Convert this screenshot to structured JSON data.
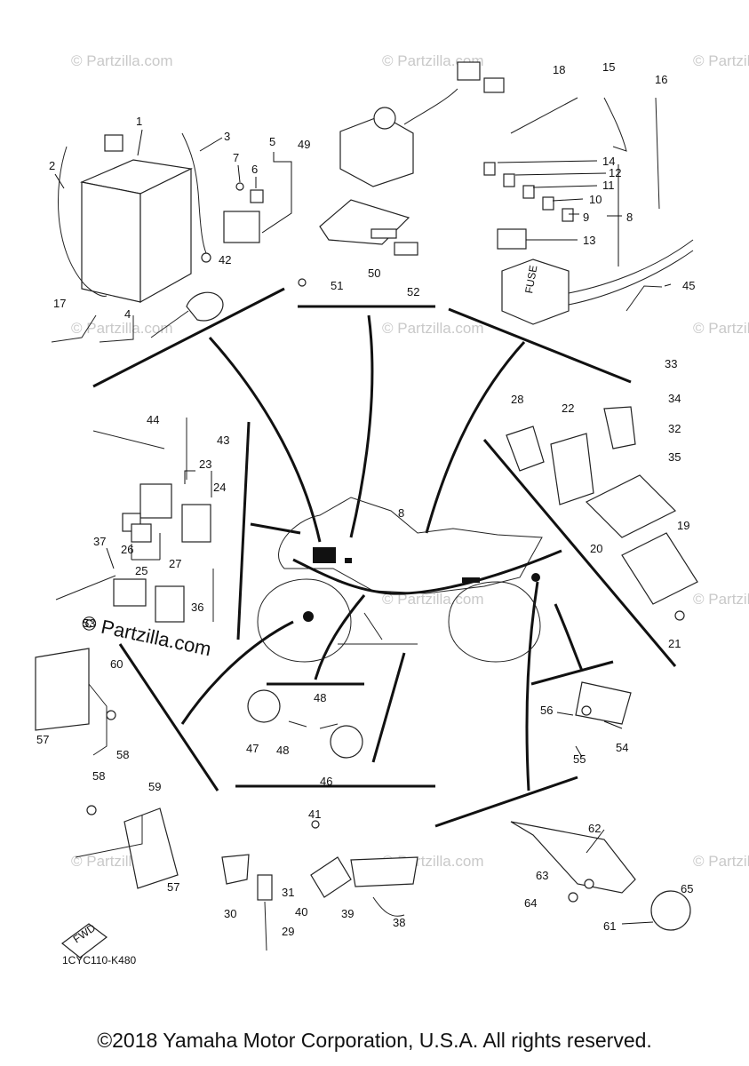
{
  "diagram": {
    "part_labels": [
      "1",
      "2",
      "3",
      "4",
      "5",
      "6",
      "7",
      "8",
      "8",
      "9",
      "10",
      "11",
      "12",
      "13",
      "14",
      "15",
      "16",
      "17",
      "18",
      "19",
      "20",
      "21",
      "22",
      "23",
      "24",
      "25",
      "26",
      "27",
      "28",
      "29",
      "30",
      "31",
      "32",
      "33",
      "34",
      "35",
      "36",
      "37",
      "38",
      "39",
      "40",
      "41",
      "42",
      "43",
      "44",
      "45",
      "46",
      "47",
      "48",
      "48",
      "49",
      "50",
      "51",
      "52",
      "53",
      "54",
      "55",
      "56",
      "57",
      "57",
      "58",
      "58",
      "59",
      "60",
      "61",
      "62",
      "63",
      "64",
      "65"
    ],
    "fuse_box_label": "FUSE",
    "fwd_label": "FWD",
    "diagram_code": "1CYC110-K480",
    "watermark": "© Partzilla.com",
    "watermark_main": "© Partzilla.com",
    "copyright": "©2018 Yamaha Motor Corporation, U.S.A. All rights reserved."
  }
}
